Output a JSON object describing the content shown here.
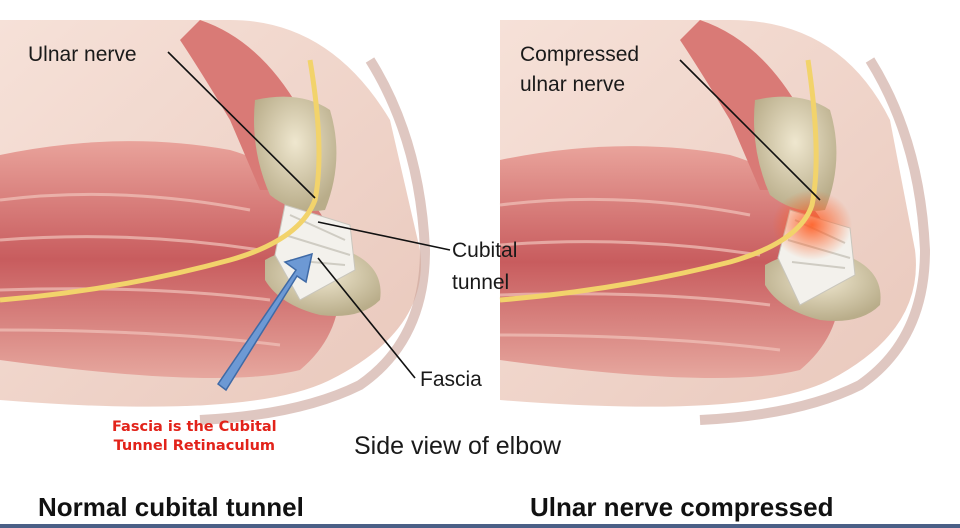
{
  "labels": {
    "ulnar_nerve": "Ulnar nerve",
    "compressed_line1": "Compressed",
    "compressed_line2": "ulnar nerve",
    "cubital_line1": "Cubital",
    "cubital_line2": "tunnel",
    "fascia": "Fascia",
    "side_view": "Side view of elbow"
  },
  "callout": {
    "line1": "Fascia is the Cubital",
    "line2": "Tunnel Retinaculum"
  },
  "captions": {
    "left": "Normal cubital tunnel",
    "right": "Ulnar nerve compressed"
  },
  "colors": {
    "callout_text": "#e2231a",
    "arrow_fill": "#6d99d4",
    "muscle": "#cf6b6b",
    "nerve": "#f2d36b"
  }
}
